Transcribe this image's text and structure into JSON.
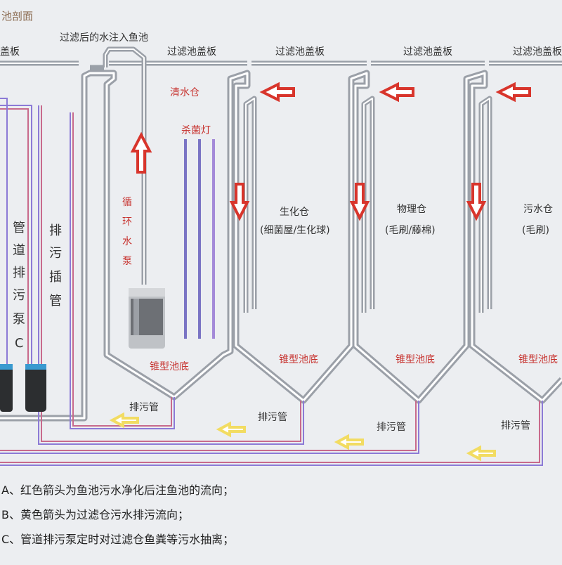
{
  "title": "池剖面",
  "labels": {
    "cover_left": "盖板",
    "inflow_note": "过滤后的水注入鱼池",
    "cover_1": "过滤池盖板",
    "cover_2": "过滤池盖板",
    "cover_3": "过滤池盖板",
    "cover_4": "过滤池盖板",
    "clear_tank": "清水仓",
    "uv_lamp": "杀菌灯",
    "pump": [
      "循",
      "环",
      "水",
      "泵"
    ],
    "pipe_pump": [
      "管",
      "道",
      "排",
      "污",
      "泵",
      "C"
    ],
    "drain_pipe": [
      "排",
      "污",
      "插",
      "管"
    ],
    "bio_tank": "生化仓",
    "bio_media": "(细菌屋/生化球)",
    "phys_tank": "物理仓",
    "phys_media": "(毛刷/藤棉)",
    "waste_tank": "污水仓",
    "waste_media": "(毛刷)",
    "cone_1": "锥型池底",
    "cone_2": "锥型池底",
    "cone_3": "锥型池底",
    "cone_4": "锥型池底",
    "drain_1": "排污管",
    "drain_2": "排污管",
    "drain_3": "排污管",
    "drain_4": "排污管"
  },
  "legend": [
    "A、红色箭头为鱼池污水净化后注鱼池的流向；",
    "B、黄色箭头为过滤仓污水排污流向；",
    "C、管道排污泵定时对过滤仓鱼粪等污水抽离；"
  ],
  "colors": {
    "wall": "#9ba0a8",
    "wall_inner": "#ffffff",
    "red_arrow": "#d8352c",
    "yellow_arrow": "#f2dc62",
    "pipe_purple": "#8c7ad6",
    "pipe_pink": "#c86a8c",
    "label_red": "#c7332f"
  }
}
